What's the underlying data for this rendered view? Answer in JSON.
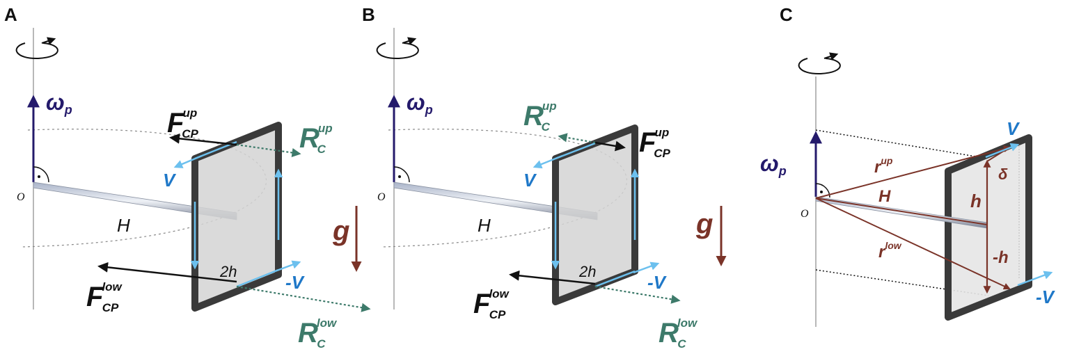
{
  "panels": [
    {
      "letter": "A",
      "labels": {
        "omega": "ω",
        "omega_sub": "p",
        "F_up": "F",
        "F_up_sub": "CP",
        "F_up_sup": "up",
        "R_up": "R",
        "R_up_sub": "C",
        "R_up_sup": "up",
        "v": "V",
        "minus_v": "-V",
        "H": "H",
        "two_h": "2h",
        "g": "g",
        "origin": "O",
        "F_low": "F",
        "F_low_sub": "CP",
        "F_low_sup": "low",
        "R_low": "R",
        "R_low_sub": "C",
        "R_low_sup": "low"
      }
    },
    {
      "letter": "B",
      "labels": {
        "omega": "ω",
        "omega_sub": "p",
        "F_up": "F",
        "F_up_sub": "CP",
        "F_up_sup": "up",
        "R_up": "R",
        "R_up_sub": "C",
        "R_up_sup": "up",
        "v": "V",
        "minus_v": "-V",
        "H": "H",
        "two_h": "2h",
        "g": "g",
        "origin": "O",
        "F_low": "F",
        "F_low_sub": "CP",
        "F_low_sup": "low",
        "R_low": "R",
        "R_low_sub": "C",
        "R_low_sup": "low"
      }
    },
    {
      "letter": "C",
      "labels": {
        "omega": "ω",
        "omega_sub": "p",
        "v": "V",
        "minus_v": "-V",
        "r_up": "r",
        "r_up_sup": "up",
        "r_low": "r",
        "r_low_sup": "low",
        "H": "H",
        "h": "h",
        "minus_h": "-h",
        "delta": "δ",
        "origin": "O"
      }
    }
  ],
  "colors": {
    "omega": "#241a6b",
    "force": "#111111",
    "reaction": "#3d7a6a",
    "velocity": "#6cc0ee",
    "velocity_text": "#1f78c8",
    "gravity": "#7a3328",
    "radius": "#7a3328",
    "frame": "#3a3a3a",
    "plate_fill": "#d0d0d0"
  }
}
